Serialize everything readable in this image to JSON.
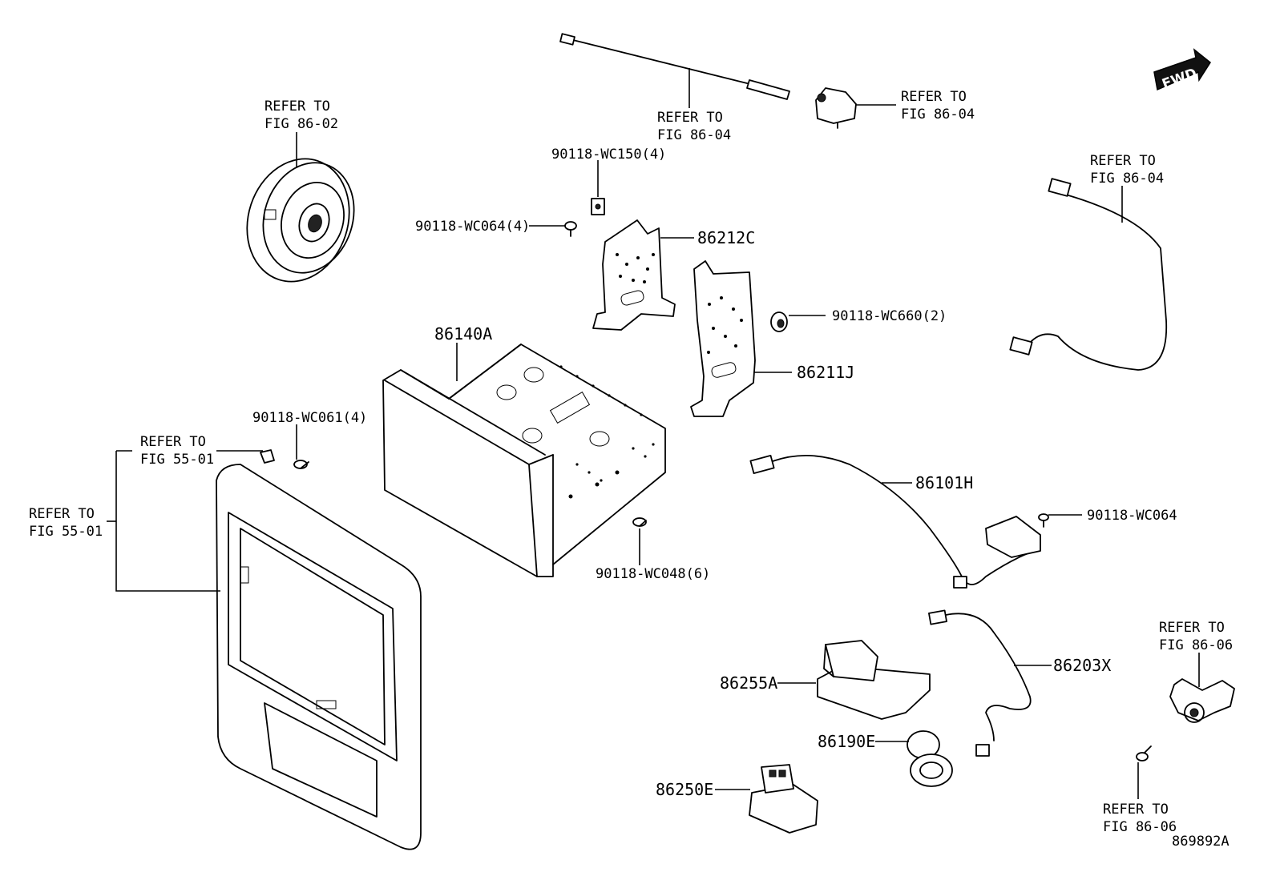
{
  "fwd_label": "FWD",
  "diagram_id": "869892A",
  "refer_speaker": {
    "l1": "REFER TO",
    "l2": "FIG 86-02"
  },
  "refer_antenna_rod": {
    "l1": "REFER TO",
    "l2": "FIG 86-04"
  },
  "refer_antenna_base": {
    "l1": "REFER TO",
    "l2": "FIG 86-04"
  },
  "refer_cable_right": {
    "l1": "REFER TO",
    "l2": "FIG 86-04"
  },
  "refer_panel_top": {
    "l1": "REFER TO",
    "l2": "FIG 55-01"
  },
  "refer_panel_left": {
    "l1": "REFER TO",
    "l2": "FIG 55-01"
  },
  "refer_camera_top": {
    "l1": "REFER TO",
    "l2": "FIG 86-06"
  },
  "refer_camera_bottom": {
    "l1": "REFER TO",
    "l2": "FIG 86-06"
  },
  "parts": {
    "wc150": "90118-WC150(4)",
    "wc064_4": "90118-WC064(4)",
    "bracket_c": "86212C",
    "wc660": "90118-WC660(2)",
    "bracket_j": "86211J",
    "head_unit": "86140A",
    "wc061": "90118-WC061(4)",
    "cable_h": "86101H",
    "wc064": "90118-WC064",
    "wc048": "90118-WC048(6)",
    "cable_x": "86203X",
    "switch_a": "86255A",
    "socket_e": "86190E",
    "module_e": "86250E"
  }
}
